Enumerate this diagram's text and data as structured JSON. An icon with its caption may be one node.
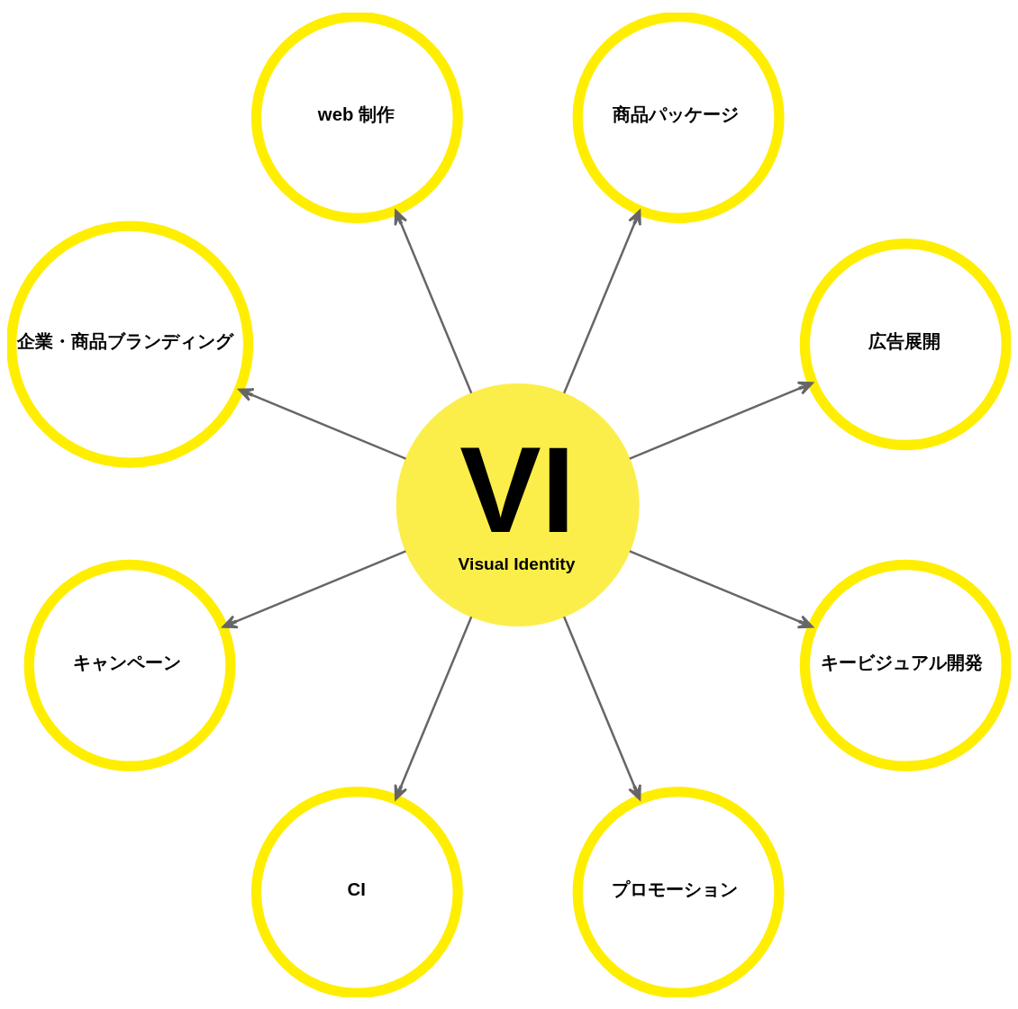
{
  "diagram": {
    "nodes": [
      {
        "text": [
          "VI",
          "Visual Identity"
        ]
      },
      {
        "text": [
          "広告展開"
        ]
      },
      {
        "text": [
          "商品パッケージ"
        ]
      },
      {
        "text": [
          "web 制作"
        ]
      },
      {
        "text": [
          "企業・商品ブランディング"
        ]
      },
      {
        "text": [
          "キャンペーン"
        ]
      },
      {
        "text": [
          "CI"
        ]
      },
      {
        "text": [
          "プロモーション"
        ]
      },
      {
        "text": [
          "キービジュアル開発"
        ]
      }
    ],
    "edges": [
      {
        "from": 0,
        "to": 1,
        "arrow": "to"
      },
      {
        "from": 0,
        "to": 2,
        "arrow": "to"
      },
      {
        "from": 0,
        "to": 3,
        "arrow": "to"
      },
      {
        "from": 0,
        "to": 4,
        "arrow": "to"
      },
      {
        "from": 0,
        "to": 5,
        "arrow": "to"
      },
      {
        "from": 0,
        "to": 6,
        "arrow": "to"
      },
      {
        "from": 0,
        "to": 7,
        "arrow": "to"
      },
      {
        "from": 0,
        "to": 8,
        "arrow": "to"
      }
    ]
  }
}
